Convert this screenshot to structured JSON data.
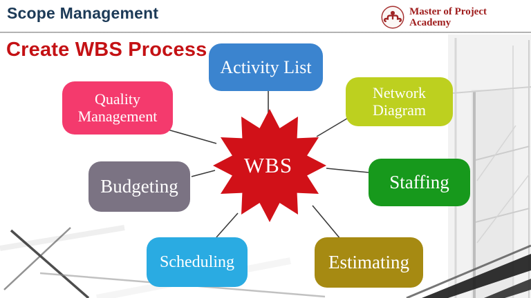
{
  "header": {
    "title": "Scope Management",
    "title_color": "#1c3a57",
    "logo": {
      "text_line1": "Master of Project",
      "text_line2": "Academy",
      "color": "#9e1b1b"
    }
  },
  "slide": {
    "title": "Create WBS Process",
    "title_color": "#c41114"
  },
  "diagram": {
    "center": {
      "label": "WBS",
      "shape": "12-point starburst",
      "color": "#d11118",
      "text_color": "#ffffff"
    },
    "nodes": [
      {
        "id": "activity-list",
        "label": "Activity List",
        "color": "#3b84cf"
      },
      {
        "id": "network-diagram",
        "label": "Network Diagram",
        "color": "#bdd01f"
      },
      {
        "id": "staffing",
        "label": "Staffing",
        "color": "#17991c"
      },
      {
        "id": "estimating",
        "label": "Estimating",
        "color": "#a68a12"
      },
      {
        "id": "scheduling",
        "label": "Scheduling",
        "color": "#2aabe2"
      },
      {
        "id": "budgeting",
        "label": "Budgeting",
        "color": "#7b7383"
      },
      {
        "id": "quality-management",
        "label": "Quality Management",
        "color": "#f43a6d"
      }
    ]
  }
}
